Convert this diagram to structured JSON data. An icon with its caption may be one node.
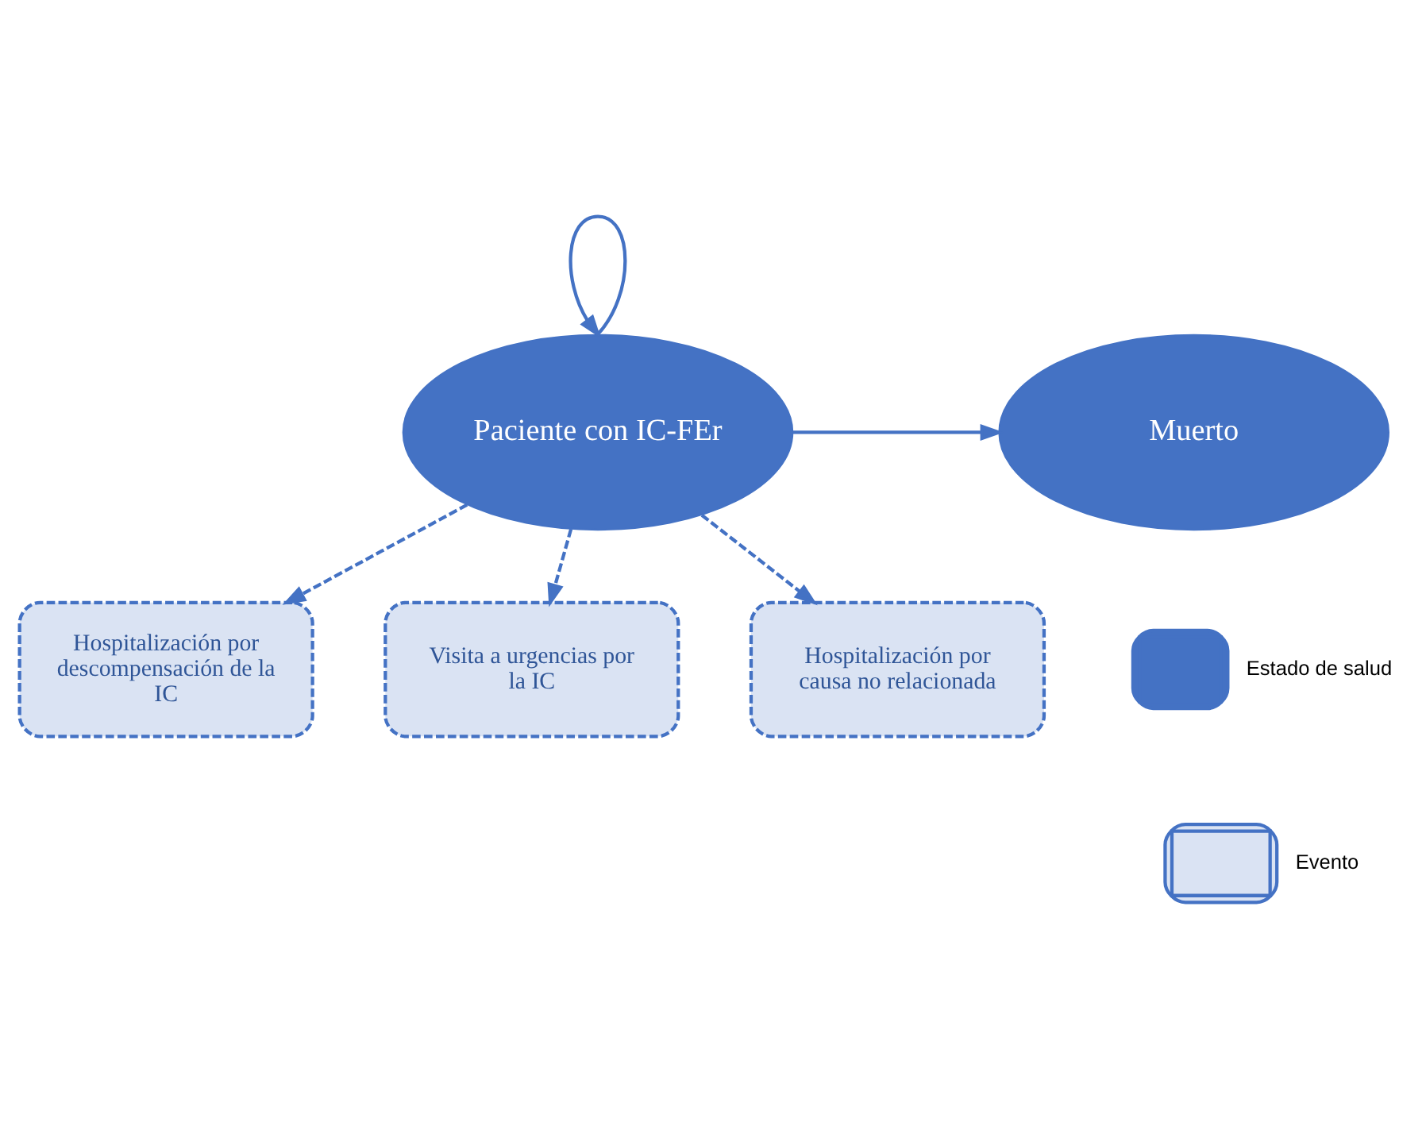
{
  "diagram": {
    "nodes": [
      {
        "text": [
          "Paciente con IC-FEr"
        ]
      },
      {
        "text": [
          "Muerto"
        ]
      },
      {
        "text": [
          "Hospitalización por descompensación de la IC"
        ]
      },
      {
        "text": [
          "Visita a urgencias por la IC"
        ]
      },
      {
        "text": [
          "Hospitalización por causa no relacionada"
        ]
      }
    ],
    "edges": [
      {
        "from": 0,
        "to": 0,
        "arrow": "to"
      },
      {
        "from": 0,
        "to": 1,
        "arrow": "to"
      },
      {
        "from": 0,
        "to": 2,
        "arrow": "to",
        "style": "dashed"
      },
      {
        "from": 0,
        "to": 3,
        "arrow": "to",
        "style": "dashed"
      },
      {
        "from": 0,
        "to": 4,
        "arrow": "to",
        "style": "dashed"
      }
    ],
    "legend": [
      {
        "text": "Estado de salud"
      },
      {
        "text": "Evento"
      }
    ]
  }
}
